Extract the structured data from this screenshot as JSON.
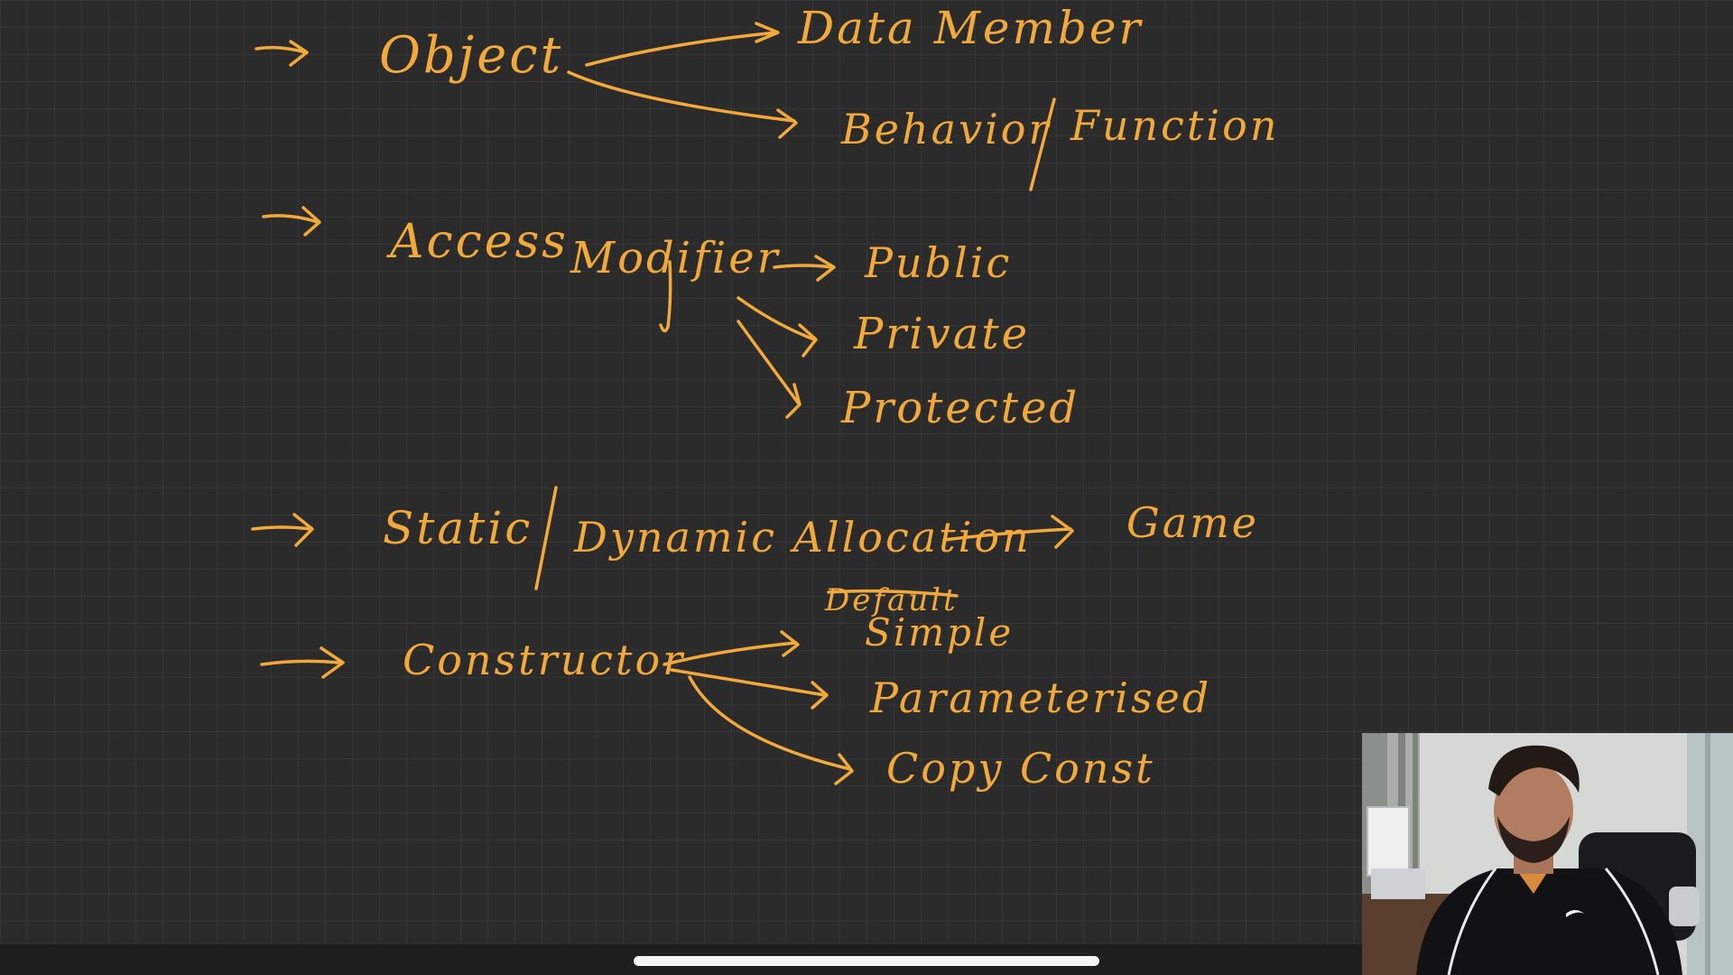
{
  "notes": {
    "object": {
      "arrow": "→",
      "title": "Object",
      "branches": [
        "Data Member",
        "Behavior",
        "Function"
      ]
    },
    "access_modifier": {
      "arrow": "→",
      "title_word1": "Access",
      "title_word2": "Modifier",
      "branches": [
        "Public",
        "Private",
        "Protected"
      ]
    },
    "allocation": {
      "arrow": "→",
      "title_left": "Static",
      "title_right": "Dynamic Allocation",
      "target": "Game"
    },
    "constructor": {
      "arrow": "→",
      "title": "Constructor",
      "scratched": "Default",
      "branches": [
        "Simple",
        "Parameterised",
        "Copy Const"
      ]
    }
  },
  "colors": {
    "ink": "#f2a93b",
    "board": "#2c2b2c",
    "home_indicator": "#f4f4f4"
  },
  "webcam": {
    "icon": "presenter-video"
  }
}
